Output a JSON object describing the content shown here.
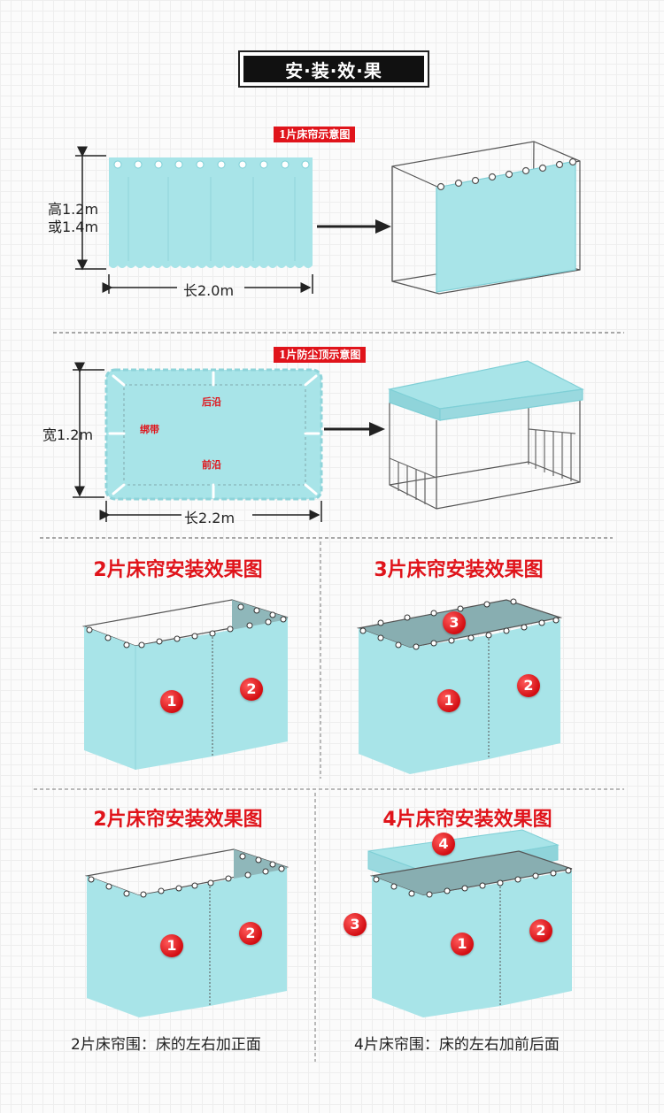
{
  "header": {
    "title": "安·装·效·果"
  },
  "diagram1": {
    "tag": "1片床帘示意图",
    "height_label_1": "高1.2m",
    "height_label_2": "或1.4m",
    "length_label": "长2.0m"
  },
  "diagram2": {
    "tag": "1片防尘顶示意图",
    "width_label": "宽1.2m",
    "length_label": "长2.2m",
    "back_label": "后沿",
    "tie_label": "绑带",
    "front_label": "前沿"
  },
  "panels": [
    {
      "title": "2片床帘安装效果图",
      "badges": [
        "1",
        "2"
      ]
    },
    {
      "title": "3片床帘安装效果图",
      "badges": [
        "1",
        "2",
        "3"
      ]
    },
    {
      "title": "2片床帘安装效果图",
      "badges": [
        "1",
        "2"
      ],
      "caption": "2片床帘围：床的左右加正面"
    },
    {
      "title": "4片床帘安装效果图",
      "badges": [
        "1",
        "2",
        "3",
        "4"
      ],
      "caption": "4片床帘围：床的左右加前后面"
    }
  ],
  "colors": {
    "curtain": "#a8e4e8",
    "curtain_dark": "#8fd4da",
    "accent_red": "#e0141b"
  }
}
